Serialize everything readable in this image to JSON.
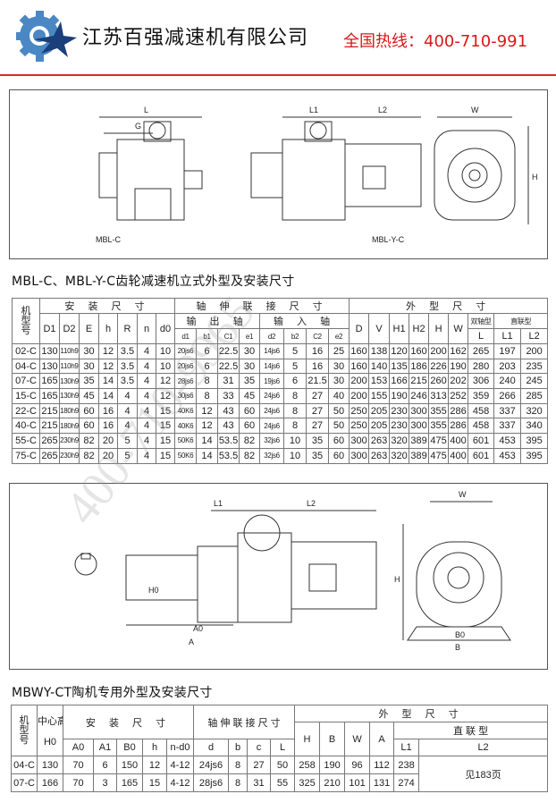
{
  "header": {
    "company": "江苏百强减速机有限公司",
    "hotline": "全国热线：400-710-991",
    "colors": {
      "brand_blue": "#2a5a9a",
      "hotline_red": "#d81818"
    }
  },
  "drawing1": {
    "labels": [
      "MBL-C",
      "MBL-Y-C"
    ]
  },
  "table1": {
    "title": "MBL-C、MBL-Y-C齿轮减速机立式外型及安装尺寸",
    "groups": {
      "model": "机型号",
      "install": "安 装 尺 寸",
      "shaft": "轴 伸 联 接 尺 寸",
      "output": "输 出 轴",
      "input": "输 入 轴",
      "outline": "外 型 尺 寸",
      "double": "双轴型",
      "direct": "直联型"
    },
    "columns": [
      "D1",
      "D2",
      "E",
      "h",
      "R",
      "n",
      "d0",
      "d1",
      "b1",
      "C1",
      "e1",
      "d2",
      "b2",
      "C2",
      "e2",
      "D",
      "V",
      "H1",
      "H2",
      "H",
      "W",
      "L",
      "L1",
      "L2"
    ],
    "rows": [
      [
        "02-C",
        "130",
        "110h9",
        "30",
        "12",
        "3.5",
        "4",
        "10",
        "20js6",
        "6",
        "22.5",
        "30",
        "14js6",
        "5",
        "16",
        "25",
        "160",
        "138",
        "120",
        "160",
        "200",
        "162",
        "265",
        "197",
        "200"
      ],
      [
        "04-C",
        "130",
        "110h9",
        "30",
        "12",
        "3.5",
        "4",
        "10",
        "20js6",
        "6",
        "22.5",
        "30",
        "14js6",
        "5",
        "16",
        "30",
        "160",
        "140",
        "135",
        "186",
        "226",
        "190",
        "280",
        "203",
        "235"
      ],
      [
        "07-C",
        "165",
        "130h9",
        "35",
        "14",
        "3.5",
        "4",
        "12",
        "28js6",
        "8",
        "31",
        "35",
        "19js6",
        "6",
        "21.5",
        "30",
        "200",
        "153",
        "166",
        "215",
        "260",
        "202",
        "306",
        "240",
        "245"
      ],
      [
        "15-C",
        "165",
        "130h9",
        "45",
        "14",
        "4",
        "4",
        "12",
        "30js6",
        "8",
        "33",
        "45",
        "24js6",
        "8",
        "27",
        "40",
        "200",
        "155",
        "190",
        "246",
        "313",
        "252",
        "359",
        "266",
        "285"
      ],
      [
        "22-C",
        "215",
        "180h9",
        "60",
        "16",
        "4",
        "4",
        "15",
        "40K6",
        "12",
        "43",
        "60",
        "24js6",
        "8",
        "27",
        "50",
        "250",
        "205",
        "230",
        "300",
        "355",
        "286",
        "458",
        "337",
        "320"
      ],
      [
        "40-C",
        "215",
        "180h9",
        "60",
        "16",
        "4",
        "4",
        "15",
        "40K6",
        "12",
        "43",
        "60",
        "24js6",
        "8",
        "27",
        "50",
        "250",
        "205",
        "230",
        "300",
        "355",
        "286",
        "458",
        "337",
        "340"
      ],
      [
        "55-C",
        "265",
        "230h9",
        "82",
        "20",
        "5",
        "4",
        "15",
        "50K6",
        "14",
        "53.5",
        "82",
        "32js6",
        "10",
        "35",
        "60",
        "300",
        "263",
        "320",
        "389",
        "475",
        "400",
        "601",
        "453",
        "395"
      ],
      [
        "75-C",
        "265",
        "230h9",
        "82",
        "20",
        "5",
        "4",
        "15",
        "50K6",
        "14",
        "53.5",
        "82",
        "32js6",
        "10",
        "35",
        "60",
        "300",
        "263",
        "320",
        "389",
        "475",
        "400",
        "601",
        "453",
        "395"
      ]
    ]
  },
  "table2": {
    "title": "MBWY-CT陶机专用外型及安装尺寸",
    "groups": {
      "model": "机型号",
      "center": "中心高",
      "install": "安 装 尺 寸",
      "shaft": "轴 伸 联 接 尺 寸",
      "outline": "外 型 尺 寸",
      "direct": "直 联 型"
    },
    "center_sub": "H0",
    "columns": [
      "A0",
      "A1",
      "B0",
      "h",
      "n-d0",
      "d",
      "b",
      "c",
      "L",
      "H",
      "B",
      "W",
      "A",
      "L1",
      "L2"
    ],
    "rows": [
      [
        "04-C",
        "130",
        "70",
        "6",
        "150",
        "12",
        "4-12",
        "24js6",
        "8",
        "27",
        "50",
        "258",
        "190",
        "96",
        "112",
        "238"
      ],
      [
        "07-C",
        "166",
        "70",
        "3",
        "165",
        "15",
        "4-12",
        "28js6",
        "8",
        "31",
        "55",
        "325",
        "210",
        "101",
        "131",
        "274"
      ]
    ],
    "see_page": "见183页"
  },
  "watermark": "400-710-9965"
}
